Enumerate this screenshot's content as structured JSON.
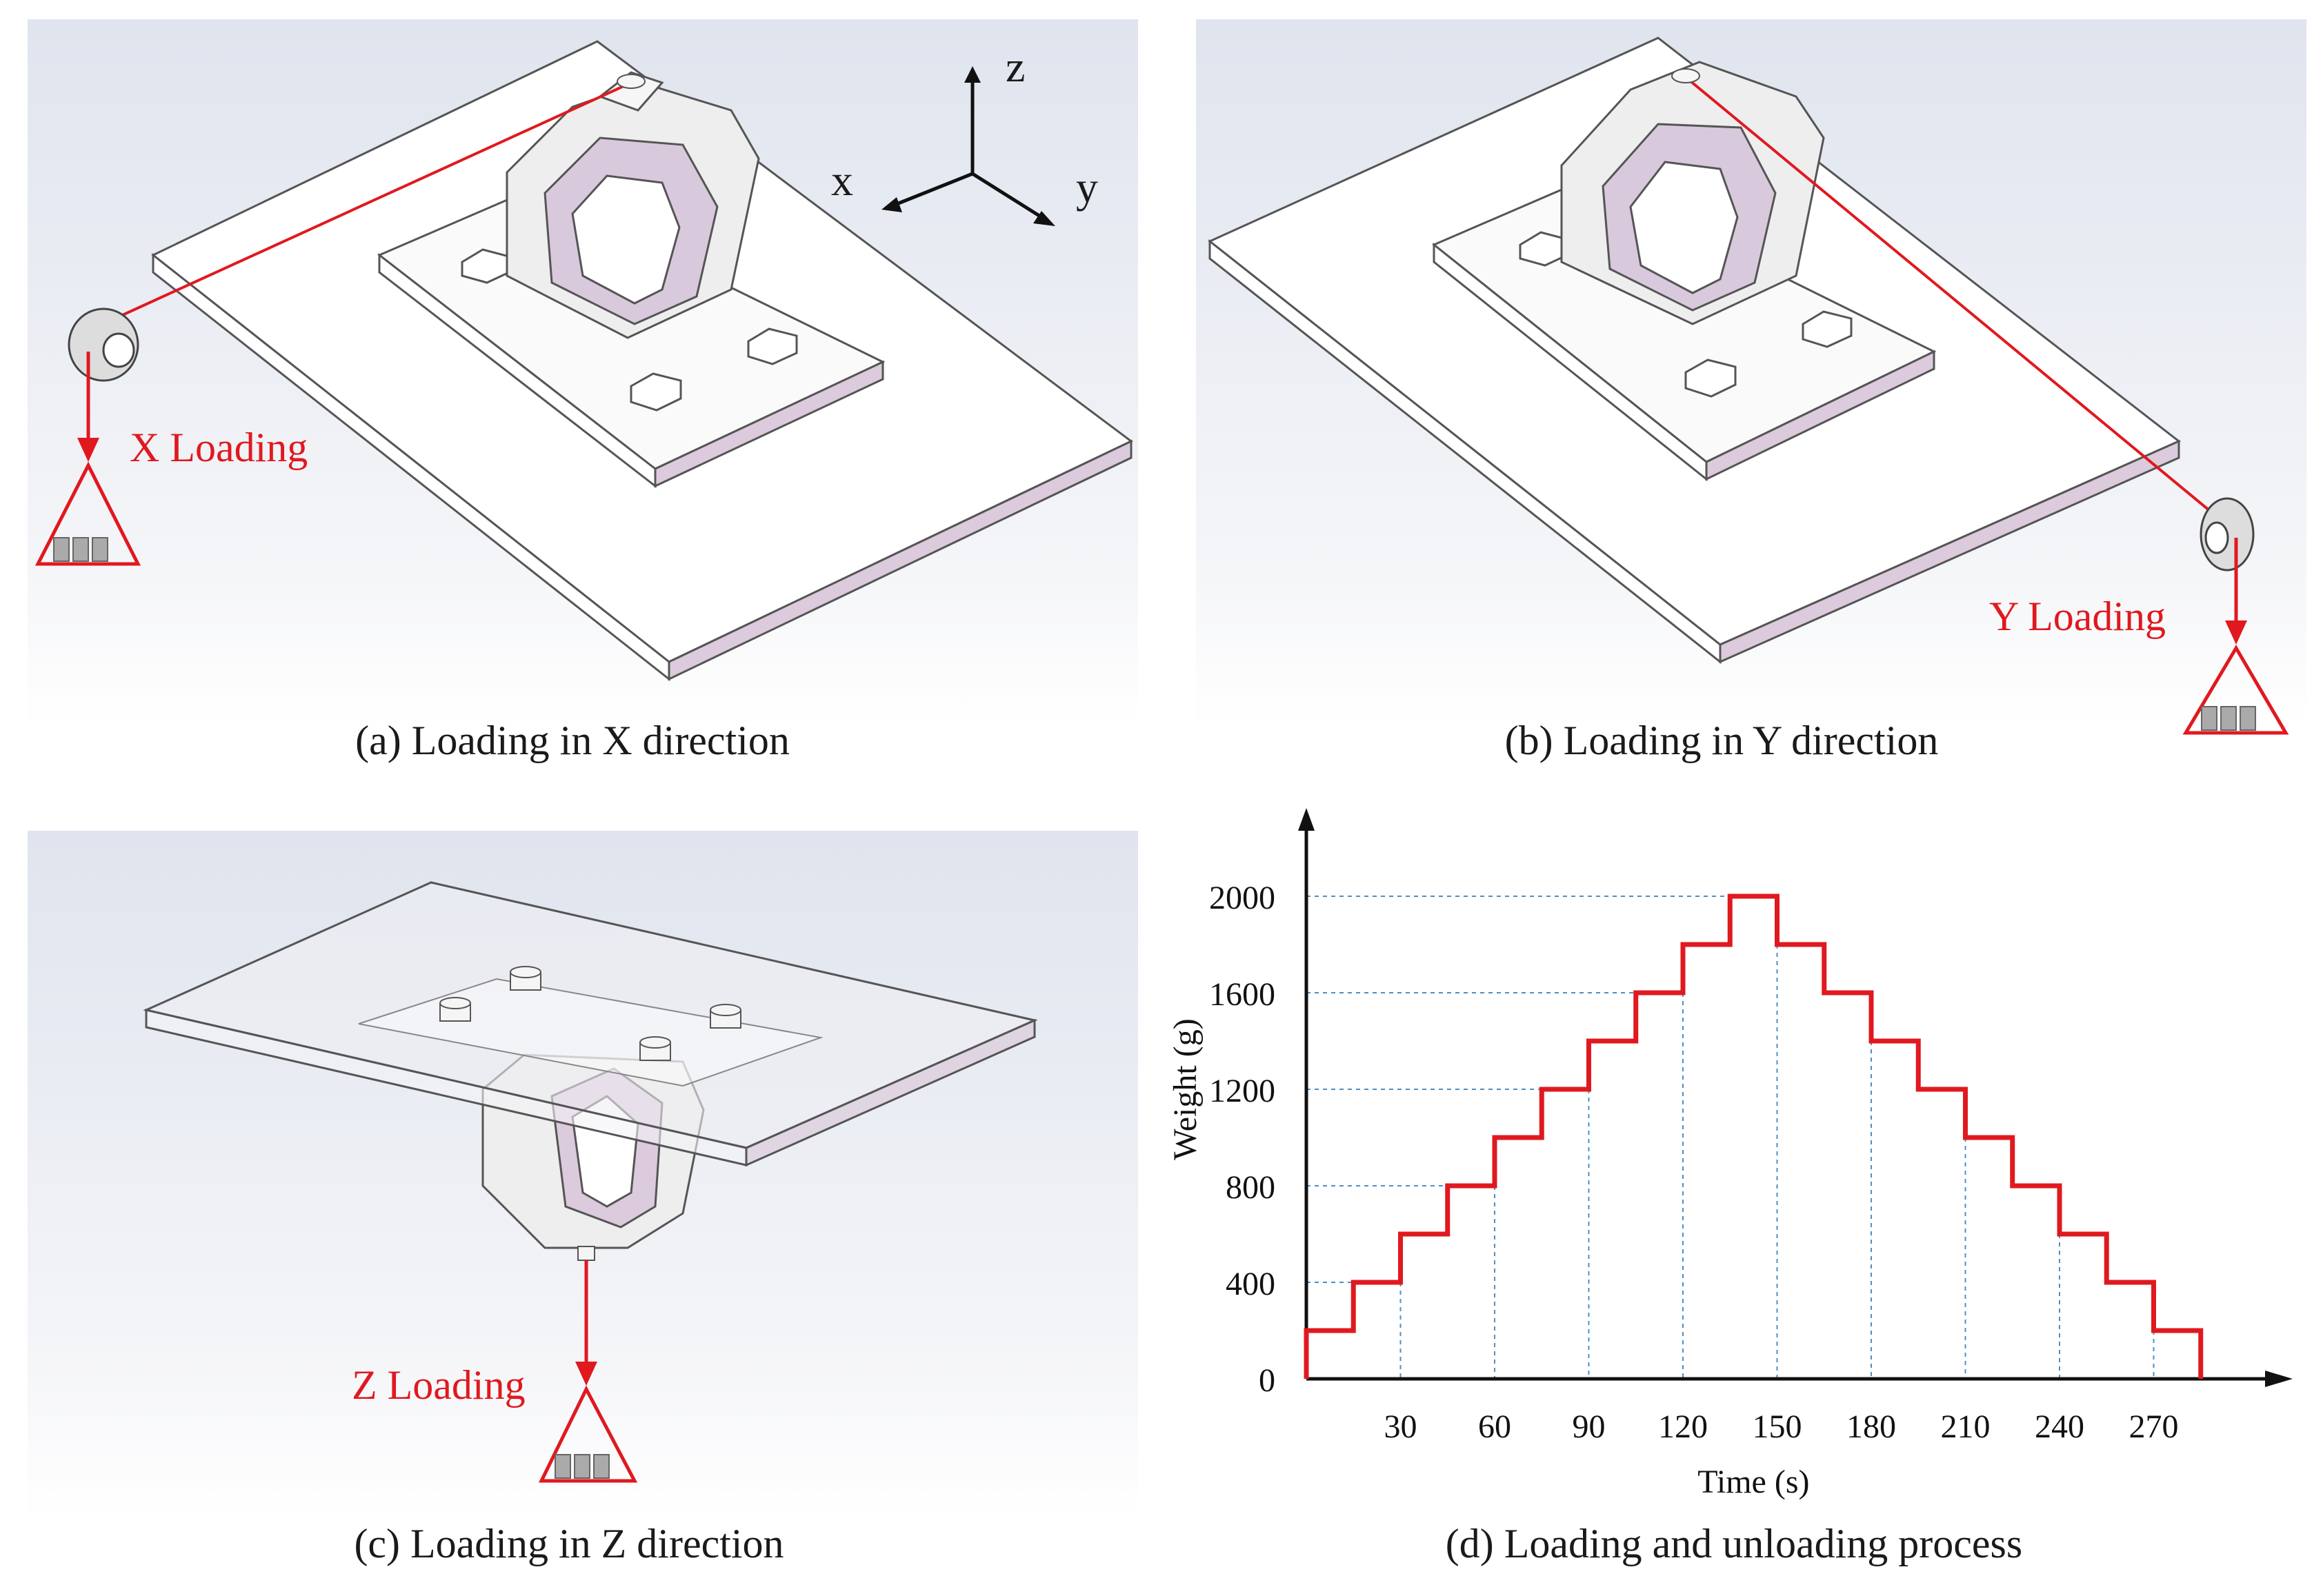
{
  "panels": {
    "a": {
      "caption": "(a) Loading in X direction",
      "load_label": "X Loading"
    },
    "b": {
      "caption": "(b) Loading in Y direction",
      "load_label": "Y Loading"
    },
    "c": {
      "caption": "(c) Loading in Z direction",
      "load_label": "Z Loading"
    },
    "d": {
      "caption": "(d) Loading and unloading process"
    }
  },
  "coordinate_axes": {
    "x": "x",
    "y": "y",
    "z": "z"
  },
  "colors": {
    "load_line": "#e0191f",
    "plate_edge": "#d9c6da",
    "background_grad": "#dde2ec",
    "guide_line": "#4a90c8"
  },
  "chart_data": {
    "type": "line",
    "step": true,
    "xlabel": "Time (s)",
    "ylabel": "Weight (g)",
    "xticks": [
      30,
      60,
      90,
      120,
      150,
      180,
      210,
      240,
      270
    ],
    "yticks": [
      0,
      400,
      800,
      1200,
      1600,
      2000
    ],
    "xlim": [
      0,
      310
    ],
    "ylim": [
      0,
      2300
    ],
    "grid": "dashed guides to step corners",
    "series": [
      {
        "color": "#e0191f",
        "x": [
          0,
          15,
          15,
          30,
          30,
          45,
          45,
          60,
          60,
          75,
          75,
          90,
          90,
          105,
          105,
          120,
          120,
          135,
          135,
          150,
          150,
          165,
          165,
          180,
          180,
          195,
          195,
          210,
          210,
          225,
          225,
          240,
          240,
          255,
          255,
          270,
          270,
          285,
          285
        ],
        "y": [
          200,
          200,
          400,
          400,
          600,
          600,
          800,
          800,
          1000,
          1000,
          1200,
          1200,
          1400,
          1400,
          1600,
          1600,
          1800,
          1800,
          2000,
          2000,
          1800,
          1800,
          1600,
          1600,
          1400,
          1400,
          1200,
          1200,
          1000,
          1000,
          800,
          800,
          600,
          600,
          400,
          400,
          200,
          200,
          0
        ]
      }
    ]
  }
}
